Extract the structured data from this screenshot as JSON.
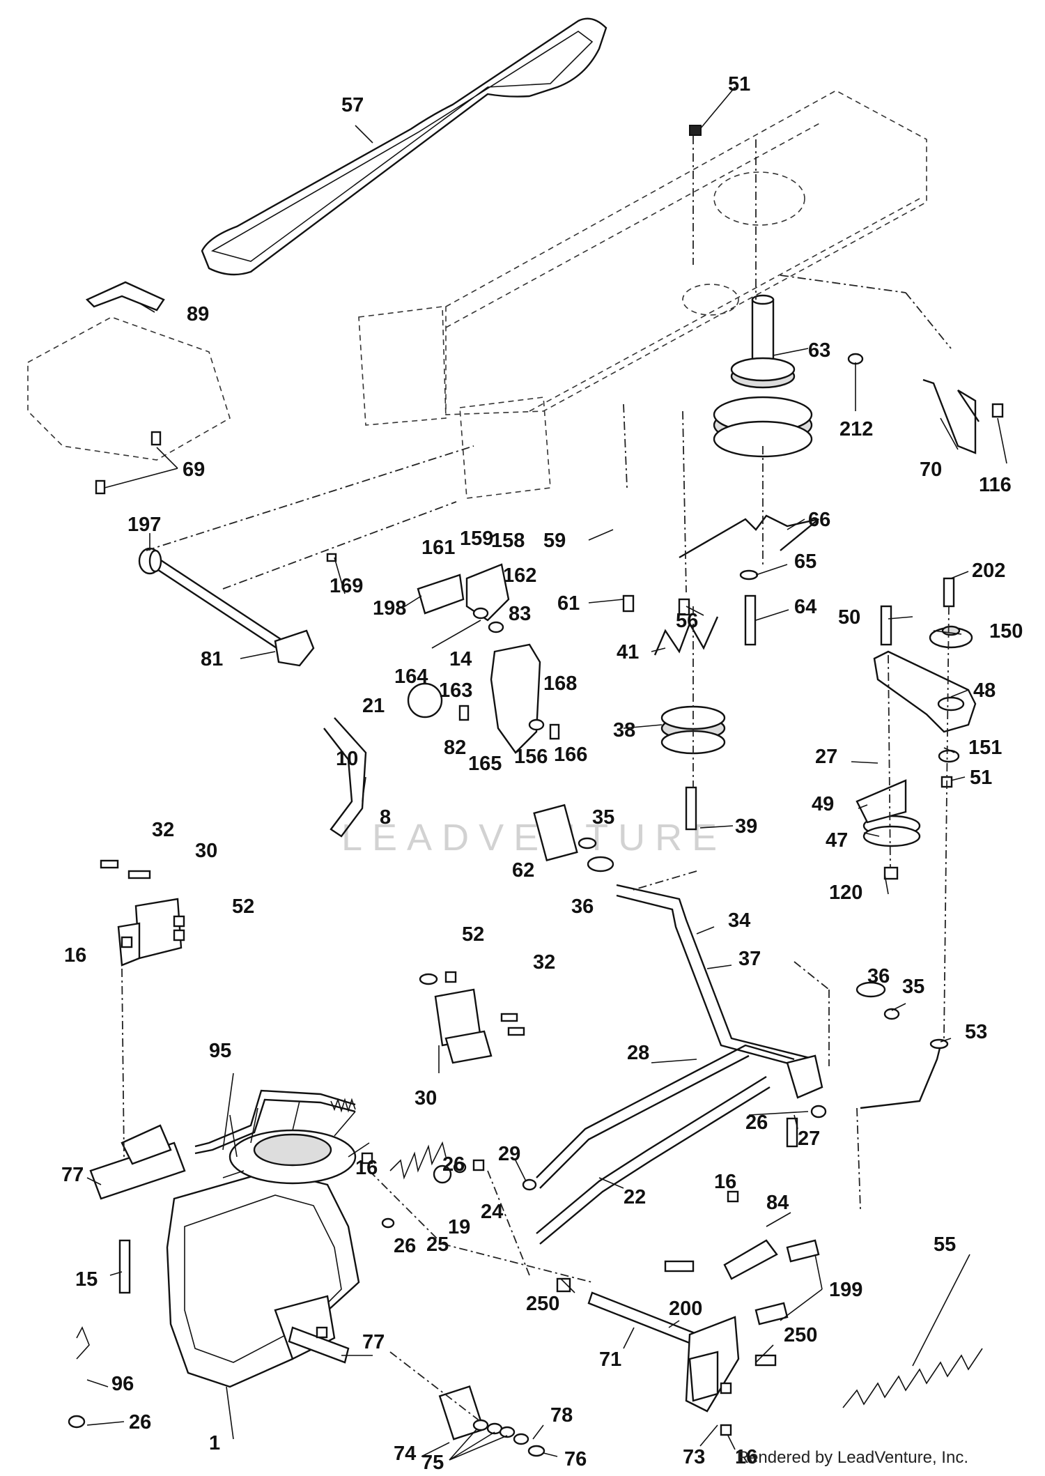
{
  "watermark": "LEADVENTURE",
  "footer": "Rendered by LeadVenture, Inc.",
  "callouts": [
    "57",
    "51",
    "89",
    "63",
    "212",
    "70",
    "116",
    "69",
    "197",
    "161",
    "159",
    "158",
    "59",
    "66",
    "169",
    "162",
    "198",
    "65",
    "61",
    "56",
    "64",
    "202",
    "81",
    "83",
    "50",
    "150",
    "14",
    "41",
    "164",
    "163",
    "168",
    "48",
    "21",
    "82",
    "156",
    "166",
    "165",
    "38",
    "27",
    "151",
    "51",
    "10",
    "49",
    "8",
    "39",
    "47",
    "35",
    "62",
    "32",
    "30",
    "36",
    "120",
    "52",
    "16",
    "34",
    "37",
    "52",
    "32",
    "36",
    "35",
    "95",
    "53",
    "28",
    "30",
    "26",
    "29",
    "22",
    "27",
    "16",
    "26",
    "77",
    "16",
    "84",
    "25",
    "19",
    "24",
    "26",
    "199",
    "55",
    "15",
    "200",
    "250",
    "250",
    "71",
    "77",
    "96",
    "78",
    "74",
    "75",
    "76",
    "26",
    "1",
    "73",
    "16"
  ]
}
